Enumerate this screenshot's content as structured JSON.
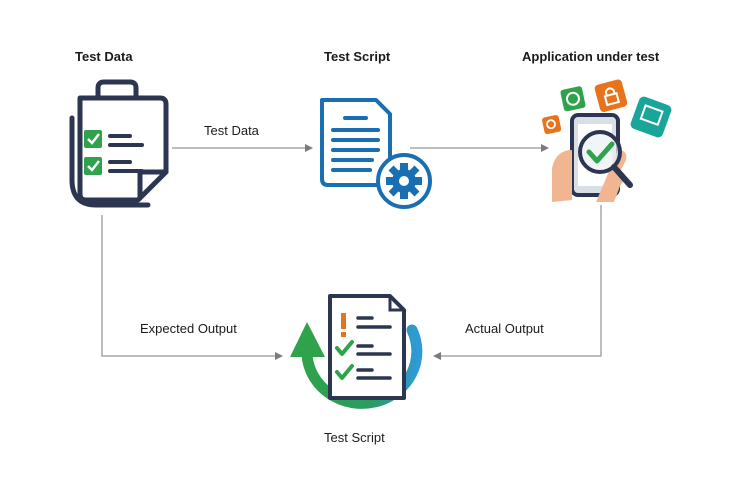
{
  "nodes": {
    "test_data": {
      "label": "Test Data",
      "icon": "clipboard-checklist-icon"
    },
    "test_script": {
      "label": "Test Script",
      "icon": "document-gear-icon"
    },
    "application": {
      "label": "Application under test",
      "icon": "phone-magnifier-icon"
    },
    "result_script": {
      "label": "Test Script",
      "icon": "document-cycle-icon"
    }
  },
  "edges": {
    "data_to_script": {
      "label": "Test Data"
    },
    "expected_output": {
      "label": "Expected Output"
    },
    "actual_output": {
      "label": "Actual Output"
    }
  },
  "colors": {
    "navy": "#2d3650",
    "blue": "#1a6fb3",
    "green": "#2fa24b",
    "orange": "#e8731d",
    "teal": "#1aa59a",
    "arrow": "#7b7b7b"
  }
}
